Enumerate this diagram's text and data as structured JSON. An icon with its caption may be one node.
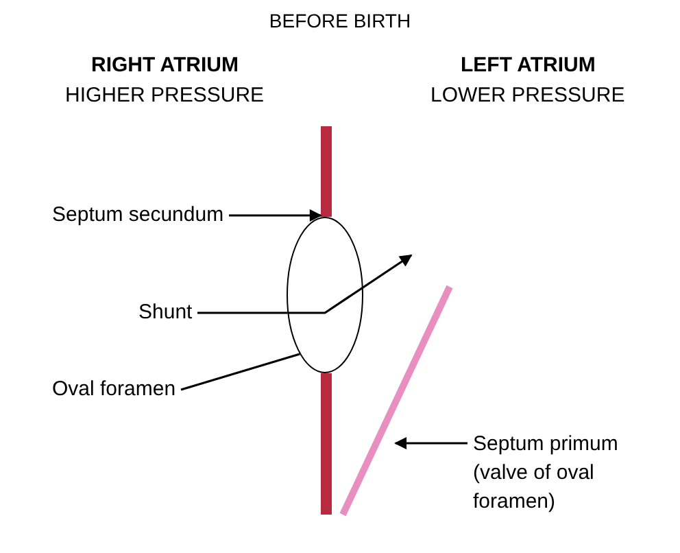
{
  "diagram": {
    "title": "BEFORE BIRTH",
    "nodes": [
      {
        "text": [
          "Septum secundum"
        ]
      },
      {
        "text": [],
        "shape": "bar"
      },
      {
        "text": [
          "Shunt"
        ]
      },
      {
        "text": [],
        "shape": "circle"
      },
      {
        "text": [
          "Oval foramen"
        ]
      },
      {
        "text": [
          "Septum primum (valve of oval foramen)"
        ]
      },
      {
        "text": [],
        "shape": "bar"
      }
    ],
    "edges": [
      {
        "from": 0,
        "to": 1,
        "arrow": "to"
      },
      {
        "from": 2,
        "to": 3,
        "arrow": "none"
      },
      {
        "from": 3,
        "to": 6,
        "arrow": "to"
      },
      {
        "from": 4,
        "to": 3,
        "arrow": "none"
      },
      {
        "from": 5,
        "to": 6,
        "arrow": "to"
      }
    ],
    "labels": [
      "RIGHT ATRIUM",
      "HIGHER PRESSURE",
      "LEFT ATRIUM",
      "LOWER PRESSURE"
    ]
  }
}
